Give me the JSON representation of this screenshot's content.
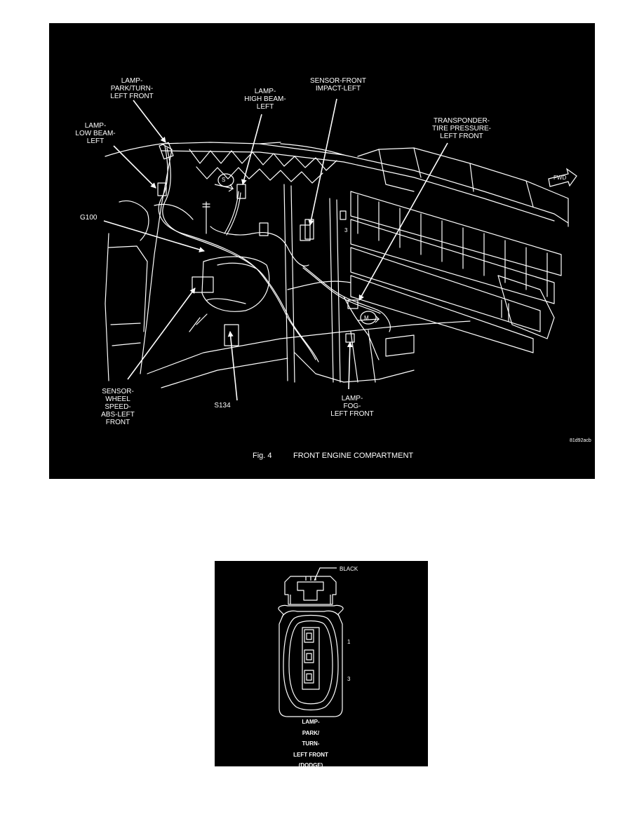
{
  "figure": {
    "caption_number": "Fig. 4",
    "caption_title": "FRONT ENGINE COMPARTMENT",
    "image_code": "81d92acb",
    "callouts": {
      "park_turn": "LAMP-\nPARK/TURN-\nLEFT FRONT",
      "high_beam": "LAMP-\nHIGH BEAM-\nLEFT",
      "impact_sensor": "SENSOR-FRONT\nIMPACT-LEFT",
      "low_beam": "LAMP-\nLOW BEAM-\nLEFT",
      "transponder": "TRANSPONDER-\nTIRE PRESSURE-\nLEFT FRONT",
      "ground": "G100",
      "wheel_speed": "SENSOR-\nWHEEL\nSPEED-\nABS-LEFT\nFRONT",
      "splice": "S134",
      "fog_lamp": "LAMP-\nFOG-\nLEFT FRONT"
    },
    "marker_labels": {
      "fwd": "FWD",
      "view_s": "S",
      "view_m": "M",
      "harness_number": "3"
    }
  },
  "connector": {
    "color_label": "BLACK",
    "pin_1": "1",
    "pin_3": "3",
    "title": "LAMP-\nPARK/\nTURN-\nLEFT FRONT\n(DODGE)"
  },
  "colors": {
    "background": "#000000",
    "linework": "#ffffff",
    "page": "#ffffff"
  }
}
